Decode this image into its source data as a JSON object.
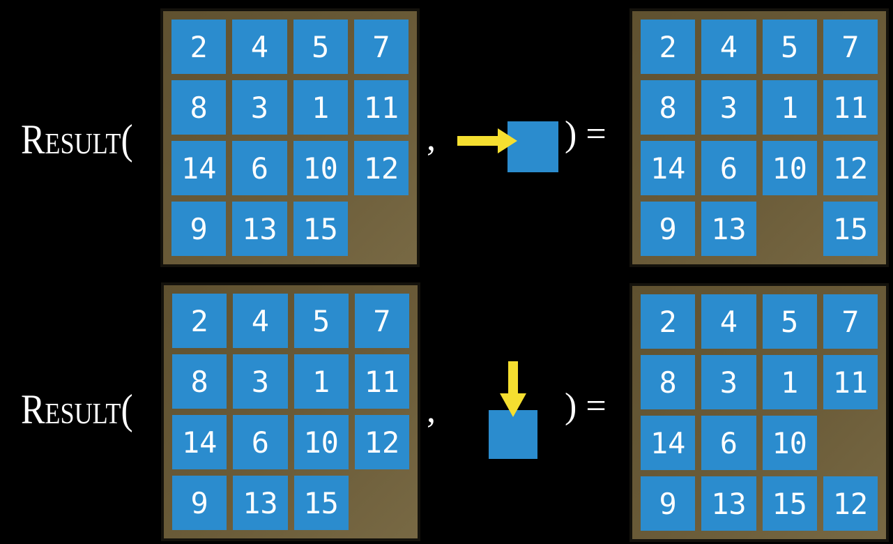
{
  "symbols": {
    "comma": ",",
    "close_equals": ") ="
  },
  "colors": {
    "background": "#000000",
    "text": "#ffffff",
    "tile_blue": "#2b8cce",
    "arrow_yellow": "#f5df30",
    "board_brown_dark": "#5f5130",
    "board_brown_light": "#786944",
    "board_border": "#14120c"
  },
  "rows": [
    {
      "label": "Result(",
      "move_icon": "arrow-right-into-blank-tile",
      "initial_state": [
        [
          "2",
          "4",
          "5",
          "7"
        ],
        [
          "8",
          "3",
          "1",
          "11"
        ],
        [
          "14",
          "6",
          "10",
          "12"
        ],
        [
          "9",
          "13",
          "15",
          ""
        ]
      ],
      "result_state": [
        [
          "2",
          "4",
          "5",
          "7"
        ],
        [
          "8",
          "3",
          "1",
          "11"
        ],
        [
          "14",
          "6",
          "10",
          "12"
        ],
        [
          "9",
          "13",
          "",
          "15"
        ]
      ]
    },
    {
      "label": "Result(",
      "move_icon": "arrow-down-into-blank-tile",
      "initial_state": [
        [
          "2",
          "4",
          "5",
          "7"
        ],
        [
          "8",
          "3",
          "1",
          "11"
        ],
        [
          "14",
          "6",
          "10",
          "12"
        ],
        [
          "9",
          "13",
          "15",
          ""
        ]
      ],
      "result_state": [
        [
          "2",
          "4",
          "5",
          "7"
        ],
        [
          "8",
          "3",
          "1",
          "11"
        ],
        [
          "14",
          "6",
          "10",
          ""
        ],
        [
          "9",
          "13",
          "15",
          "12"
        ]
      ]
    }
  ]
}
